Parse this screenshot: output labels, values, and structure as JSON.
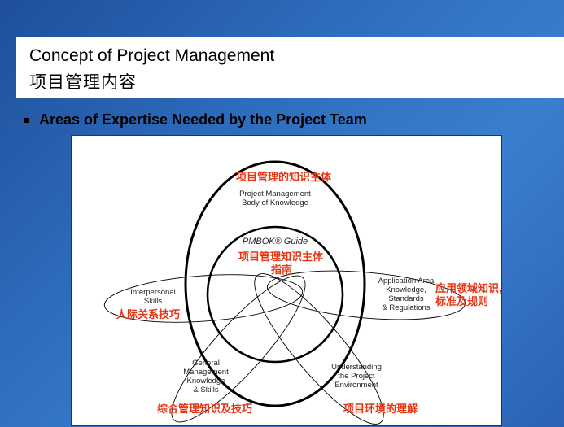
{
  "header": {
    "title_en": "Concept of Project Management",
    "title_cn": "项目管理内容"
  },
  "subtitle": "Areas of Expertise Needed by the Project Team",
  "diagram": {
    "outer": {
      "cn": "项目管理的知识主体",
      "line1": "Project Management",
      "line2": "Body of Knowledge"
    },
    "inner": {
      "label": "PMBOK® Guide",
      "cn1": "项目管理知识主体",
      "cn2": "指南"
    },
    "interpersonal": {
      "line1": "Interpersonal",
      "line2": "Skills",
      "cn": "人际关系技巧"
    },
    "application": {
      "line1": "Application Area",
      "line2": "Knowledge,",
      "line3": "Standards",
      "line4": "& Regulations",
      "cn1": "应用领域知识,",
      "cn2": "标准及规则"
    },
    "general": {
      "line1": "General",
      "line2": "Management",
      "line3": "Knowledge",
      "line4": "& Skills",
      "cn": "综合管理知识及技巧"
    },
    "environment": {
      "line1": "Understanding",
      "line2": "the Project",
      "line3": "Environment",
      "cn": "项目环境的理解"
    }
  }
}
